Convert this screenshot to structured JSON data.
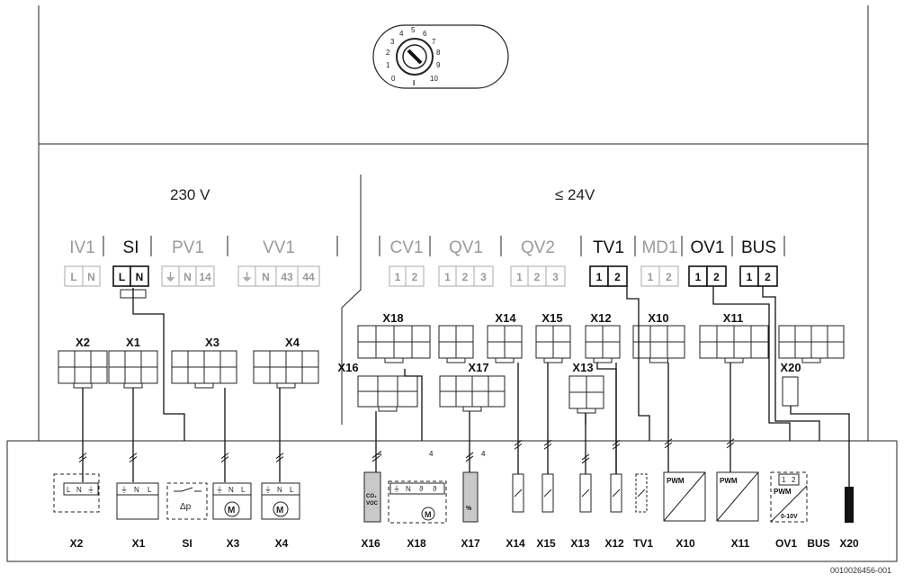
{
  "dial": {
    "numbers": [
      "0",
      "1",
      "2",
      "3",
      "4",
      "5",
      "6",
      "7",
      "8",
      "9",
      "10"
    ],
    "mark": "I"
  },
  "sections": {
    "left_voltage": "230 V",
    "right_voltage": "≤ 24V"
  },
  "terminal_strip": {
    "groups": [
      {
        "label": "IV1",
        "active": false,
        "cells": [
          "L",
          "N"
        ]
      },
      {
        "label": "SI",
        "active": true,
        "cells": [
          "L",
          "N"
        ]
      },
      {
        "label": "PV1",
        "active": false,
        "cells": [
          "⏚",
          "N",
          "14"
        ]
      },
      {
        "label": "VV1",
        "active": false,
        "cells": [
          "⏚",
          "N",
          "43",
          "44"
        ]
      },
      {
        "label": "CV1",
        "active": false,
        "cells": [
          "1",
          "2"
        ]
      },
      {
        "label": "QV1",
        "active": false,
        "cells": [
          "1",
          "2",
          "3"
        ]
      },
      {
        "label": "QV2",
        "active": false,
        "cells": [
          "1",
          "2",
          "3"
        ]
      },
      {
        "label": "TV1",
        "active": true,
        "cells": [
          "1",
          "2"
        ]
      },
      {
        "label": "MD1",
        "active": false,
        "cells": [
          "1",
          "2"
        ]
      },
      {
        "label": "OV1",
        "active": true,
        "cells": [
          "1",
          "2"
        ]
      },
      {
        "label": "BUS",
        "active": true,
        "cells": [
          "1",
          "2"
        ]
      }
    ]
  },
  "connectors": [
    "X2",
    "X1",
    "X3",
    "X4",
    "X18",
    "X16",
    "X14",
    "X15",
    "X12",
    "X10",
    "X11",
    "X17",
    "X13",
    "X20"
  ],
  "devices": {
    "x2_pins": [
      "L",
      "N",
      "⏚"
    ],
    "x1_pins": [
      "⏚",
      "N",
      "L"
    ],
    "si_symbol": "Δp",
    "x3_pins": [
      "⏚",
      "N",
      "L"
    ],
    "x4_pins": [
      "⏚",
      "N",
      "L"
    ],
    "co2_voc": [
      "CO₂",
      "VOC"
    ],
    "x18_pins": [
      "⏚",
      "N",
      "ϑ",
      "ϑ"
    ],
    "humidity": "%",
    "pwm": "PWM",
    "ov1_pins": [
      "1",
      "2"
    ],
    "ov1_range": "0-10V",
    "wire_count": "4"
  },
  "bottom_labels": [
    "X2",
    "X1",
    "SI",
    "X3",
    "X4",
    "X16",
    "X18",
    "X17",
    "X14",
    "X15",
    "X13",
    "X12",
    "TV1",
    "X10",
    "X11",
    "OV1",
    "BUS",
    "X20"
  ],
  "doc_id": "0010026456-001"
}
